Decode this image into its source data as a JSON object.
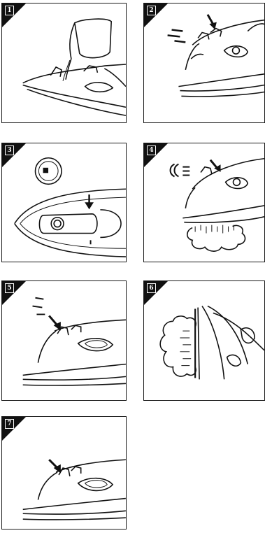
{
  "steps": [
    {
      "number": "1",
      "icon": "fill-water-icon"
    },
    {
      "number": "2",
      "icon": "spray-button-icon"
    },
    {
      "number": "3",
      "icon": "temperature-dial-icon"
    },
    {
      "number": "4",
      "icon": "steam-setting-icon"
    },
    {
      "number": "5",
      "icon": "shot-of-steam-icon"
    },
    {
      "number": "6",
      "icon": "vertical-steam-icon"
    },
    {
      "number": "7",
      "icon": "self-clean-icon"
    }
  ]
}
